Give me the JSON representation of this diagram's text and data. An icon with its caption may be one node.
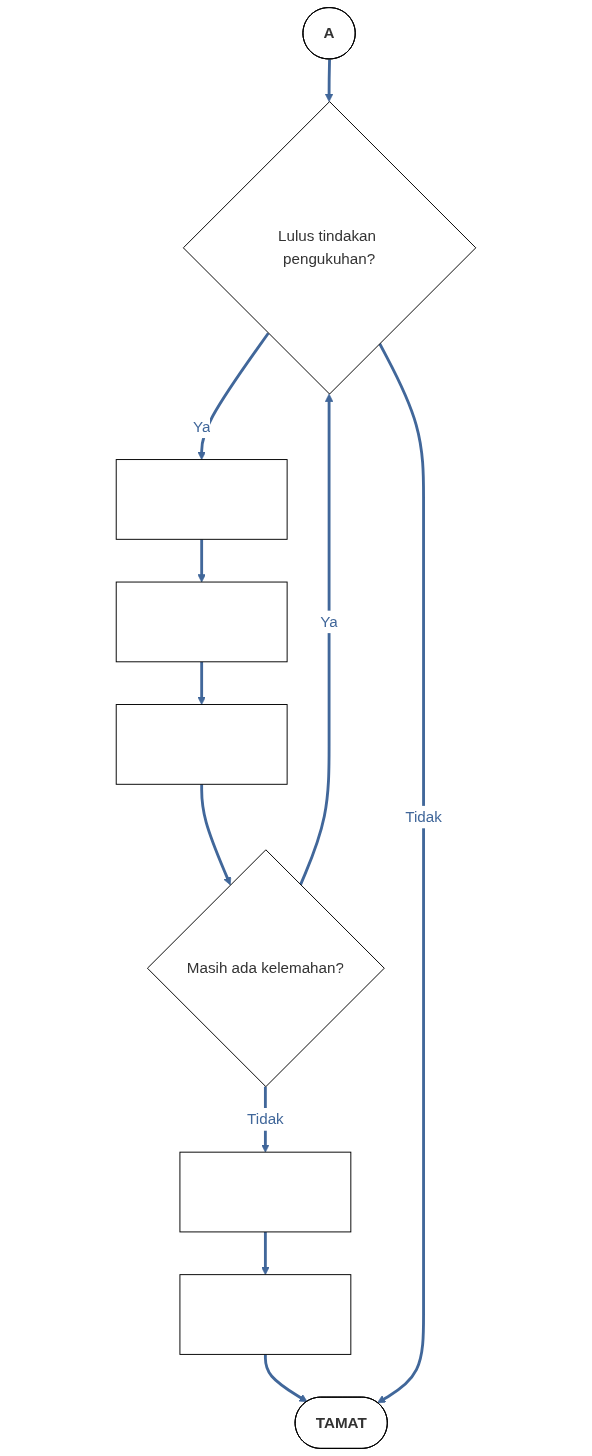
{
  "diagram": {
    "nodes": [
      {
        "text": [
          "A"
        ]
      },
      {
        "text": [
          "Lulus tindakan pengukuhan?"
        ]
      },
      {
        "text": [],
        "shape": "box"
      },
      {
        "text": [],
        "shape": "box"
      },
      {
        "text": [],
        "shape": "box"
      },
      {
        "text": [
          "Masih ada kelemahan?"
        ]
      },
      {
        "text": [],
        "shape": "box"
      },
      {
        "text": [],
        "shape": "box"
      },
      {
        "text": [
          "TAMAT"
        ]
      }
    ],
    "edges": [
      {
        "from": 0,
        "to": 1,
        "arrow": "to"
      },
      {
        "from": 1,
        "to": 2,
        "arrow": "to",
        "label": "Ya"
      },
      {
        "from": 2,
        "to": 3,
        "arrow": "to"
      },
      {
        "from": 3,
        "to": 4,
        "arrow": "to"
      },
      {
        "from": 4,
        "to": 5,
        "arrow": "to"
      },
      {
        "from": 5,
        "to": 1,
        "arrow": "to",
        "label": "Ya"
      },
      {
        "from": 5,
        "to": 6,
        "arrow": "to",
        "label": "Tidak"
      },
      {
        "from": 6,
        "to": 7,
        "arrow": "to"
      },
      {
        "from": 7,
        "to": 8,
        "arrow": "to"
      },
      {
        "from": 1,
        "to": 8,
        "arrow": "to",
        "label": "Tidak"
      }
    ]
  }
}
